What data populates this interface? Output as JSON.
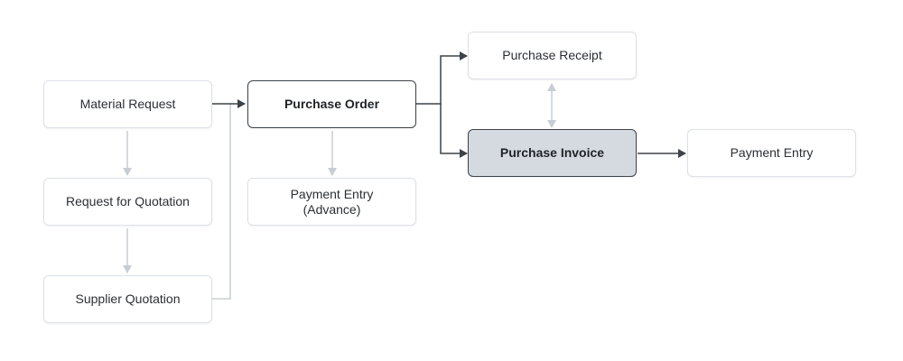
{
  "diagram": {
    "nodes": {
      "material_request": "Material Request",
      "request_for_quotation": "Request for Quotation",
      "supplier_quotation": "Supplier Quotation",
      "purchase_order": "Purchase Order",
      "payment_entry_advance": "Payment Entry\n(Advance)",
      "purchase_receipt": "Purchase Receipt",
      "purchase_invoice": "Purchase Invoice",
      "payment_entry": "Payment Entry"
    },
    "edges": [
      {
        "from": "material_request",
        "to": "request_for_quotation",
        "style": "light"
      },
      {
        "from": "request_for_quotation",
        "to": "supplier_quotation",
        "style": "light"
      },
      {
        "from": "material_request",
        "to": "purchase_order",
        "style": "dark"
      },
      {
        "from": "supplier_quotation",
        "to": "purchase_order",
        "style": "light"
      },
      {
        "from": "purchase_order",
        "to": "payment_entry_advance",
        "style": "light"
      },
      {
        "from": "purchase_order",
        "to": "purchase_receipt",
        "style": "dark"
      },
      {
        "from": "purchase_order",
        "to": "purchase_invoice",
        "style": "dark"
      },
      {
        "from": "purchase_receipt",
        "to": "purchase_invoice",
        "style": "light",
        "bidirectional": true
      },
      {
        "from": "purchase_invoice",
        "to": "payment_entry",
        "style": "dark"
      }
    ],
    "colors": {
      "dark_edge": "#3d4349",
      "light_edge": "#c8cdd3",
      "current_fill": "#d5dae0"
    },
    "current_node": "purchase_invoice"
  }
}
